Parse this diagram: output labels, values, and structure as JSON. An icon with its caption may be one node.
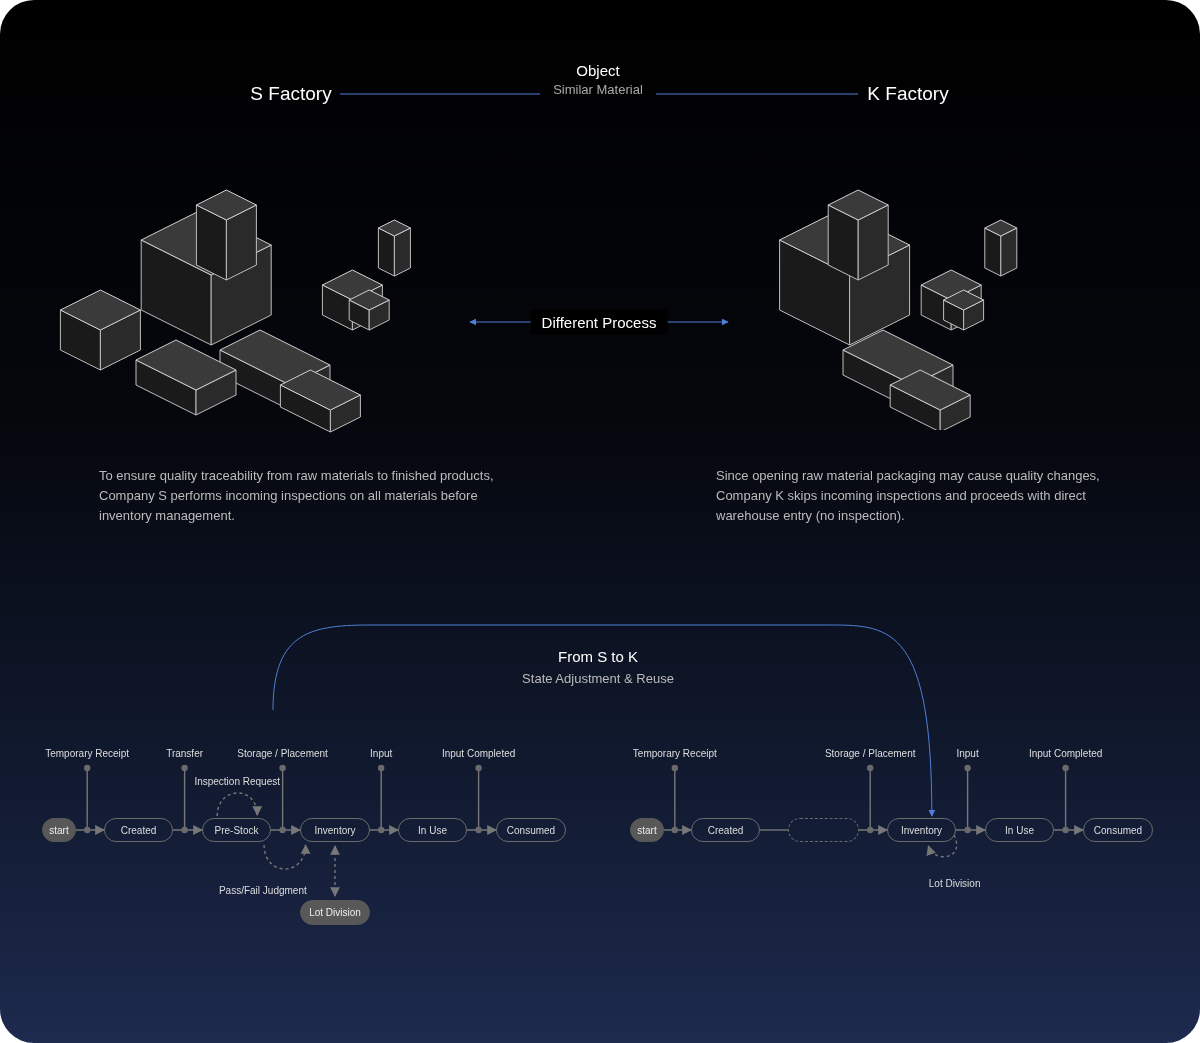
{
  "diagram": {
    "nodes": [
      {
        "text": [
          "S Factory"
        ]
      },
      {
        "text": [
          "Object",
          "Similar Material"
        ]
      },
      {
        "text": [
          "K Factory"
        ]
      },
      {
        "text": [],
        "shape": "picture",
        "beside": [
          "To ensure quality traceability from raw materials to finished products, Company S performs incoming inspections on all materials before inventory management."
        ]
      },
      {
        "text": [],
        "shape": "picture",
        "beside": [
          "Since opening raw material packaging may cause quality changes, Company K skips incoming inspections and proceeds with direct warehouse entry (no inspection)."
        ]
      },
      {
        "text": [
          "start"
        ]
      },
      {
        "text": [
          "Created"
        ]
      },
      {
        "text": [
          "Pre-Stock"
        ]
      },
      {
        "text": [
          "Inventory"
        ]
      },
      {
        "text": [
          "In Use"
        ]
      },
      {
        "text": [
          "Consumed"
        ]
      },
      {
        "text": [
          "Lot Division"
        ]
      },
      {
        "text": [
          "start"
        ]
      },
      {
        "text": [
          "Created"
        ]
      },
      {
        "text": [],
        "shape": "box"
      },
      {
        "text": [
          "Inventory"
        ]
      },
      {
        "text": [
          "In Use"
        ]
      },
      {
        "text": [
          "Consumed"
        ]
      }
    ],
    "edges": [
      {
        "from": 0,
        "to": 1,
        "arrow": "none",
        "color": "#4f7fd6"
      },
      {
        "from": 1,
        "to": 2,
        "arrow": "none",
        "color": "#4f7fd6"
      },
      {
        "from": 3,
        "to": 4,
        "arrow": "both",
        "label": "Different Process",
        "color": "#4f7fd6"
      },
      {
        "from": null,
        "to": 15,
        "arrow": "to",
        "color": "#4f7fd6"
      },
      {
        "from": 5,
        "to": 6,
        "arrow": "to",
        "label": "Temporary Receipt"
      },
      {
        "from": 6,
        "to": 7,
        "arrow": "to",
        "label": "Transfer"
      },
      {
        "from": 7,
        "to": 7,
        "arrow": "to",
        "label": "Inspection Request",
        "style": "dashed"
      },
      {
        "from": 7,
        "to": 8,
        "arrow": "to",
        "label": "Storage / Placement"
      },
      {
        "from": 7,
        "to": 8,
        "arrow": "to",
        "label": "Pass/Fail Judgment",
        "style": "dashed"
      },
      {
        "from": 8,
        "to": 11,
        "arrow": "both",
        "style": "dashed"
      },
      {
        "from": 8,
        "to": 9,
        "arrow": "to",
        "label": "Input"
      },
      {
        "from": 9,
        "to": 10,
        "arrow": "to",
        "label": "Input Completed"
      },
      {
        "from": 12,
        "to": 13,
        "arrow": "to",
        "label": "Temporary Receipt"
      },
      {
        "from": 13,
        "to": 14,
        "arrow": "none"
      },
      {
        "from": 14,
        "to": 15,
        "arrow": "to",
        "label": "Storage / Placement"
      },
      {
        "from": 15,
        "to": 15,
        "arrow": "to",
        "label": "Lot Division",
        "style": "dashed"
      },
      {
        "from": 15,
        "to": 16,
        "arrow": "to",
        "label": "Input"
      },
      {
        "from": 16,
        "to": 17,
        "arrow": "to",
        "label": "Input Completed"
      }
    ],
    "labels": [
      "From S to K",
      "State Adjustment & Reuse"
    ]
  }
}
